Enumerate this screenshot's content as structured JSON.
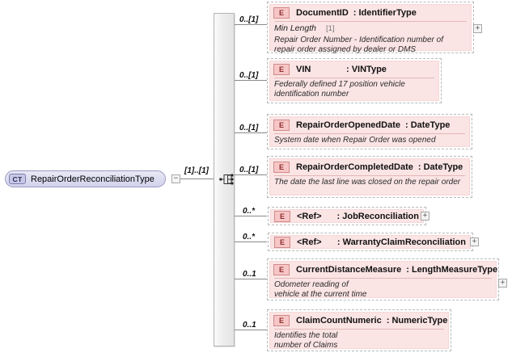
{
  "diagram": {
    "type": "xsd-schema-diagram",
    "root": {
      "badge": "CT",
      "label": "RepairOrderReconciliationType",
      "toggle": "−",
      "cardinality": "[1]..[1]"
    },
    "compositor": {
      "kind": "sequence"
    },
    "children": [
      {
        "badge": "E",
        "name": "DocumentID",
        "type": ": IdentifierType",
        "cardinality": "0..[1]",
        "facet_label": "Min Length",
        "facet_value": "[1]",
        "annotation": "Repair Order Number - Identification number of repair order assigned by dealer or DMS",
        "expander": "+"
      },
      {
        "badge": "E",
        "name": "VIN",
        "type": ": VINType",
        "cardinality": "0..[1]",
        "annotation": "Federally defined 17 position vehicle identification number",
        "expander": ""
      },
      {
        "badge": "E",
        "name": "RepairOrderOpenedDate",
        "type": ": DateType",
        "cardinality": "0..[1]",
        "annotation": "System date when Repair Order was opened",
        "expander": ""
      },
      {
        "badge": "E",
        "name": "RepairOrderCompletedDate",
        "type": ": DateType",
        "cardinality": "0..[1]",
        "annotation": "The date the last line was closed on the repair order",
        "expander": ""
      },
      {
        "badge": "E",
        "name": "<Ref>",
        "type": ": JobReconciliation",
        "cardinality": "0..*",
        "annotation": "",
        "expander": "+"
      },
      {
        "badge": "E",
        "name": "<Ref>",
        "type": ": WarrantyClaimReconciliation",
        "cardinality": "0..*",
        "annotation": "",
        "expander": "+"
      },
      {
        "badge": "E",
        "name": "CurrentDistanceMeasure",
        "type": ": LengthMeasureType",
        "cardinality": "0..1",
        "annotation": "Odometer reading of\nvehicle at the current time",
        "expander": "+"
      },
      {
        "badge": "E",
        "name": "ClaimCountNumeric",
        "type": ": NumericType",
        "cardinality": "0..1",
        "annotation": "Identifies the total\nnumber of Claims",
        "expander": ""
      }
    ]
  },
  "colors": {
    "element_fill": "#fbe4e4",
    "element_border": "#b9b9b9",
    "badge_fill": "#f7c6c6",
    "badge_text": "#8c2f2f",
    "ct_fill": "#dcdcf0",
    "ct_border": "#9a9ac0",
    "sequence_fill": "#ededed",
    "line": "#8a8a8a"
  }
}
